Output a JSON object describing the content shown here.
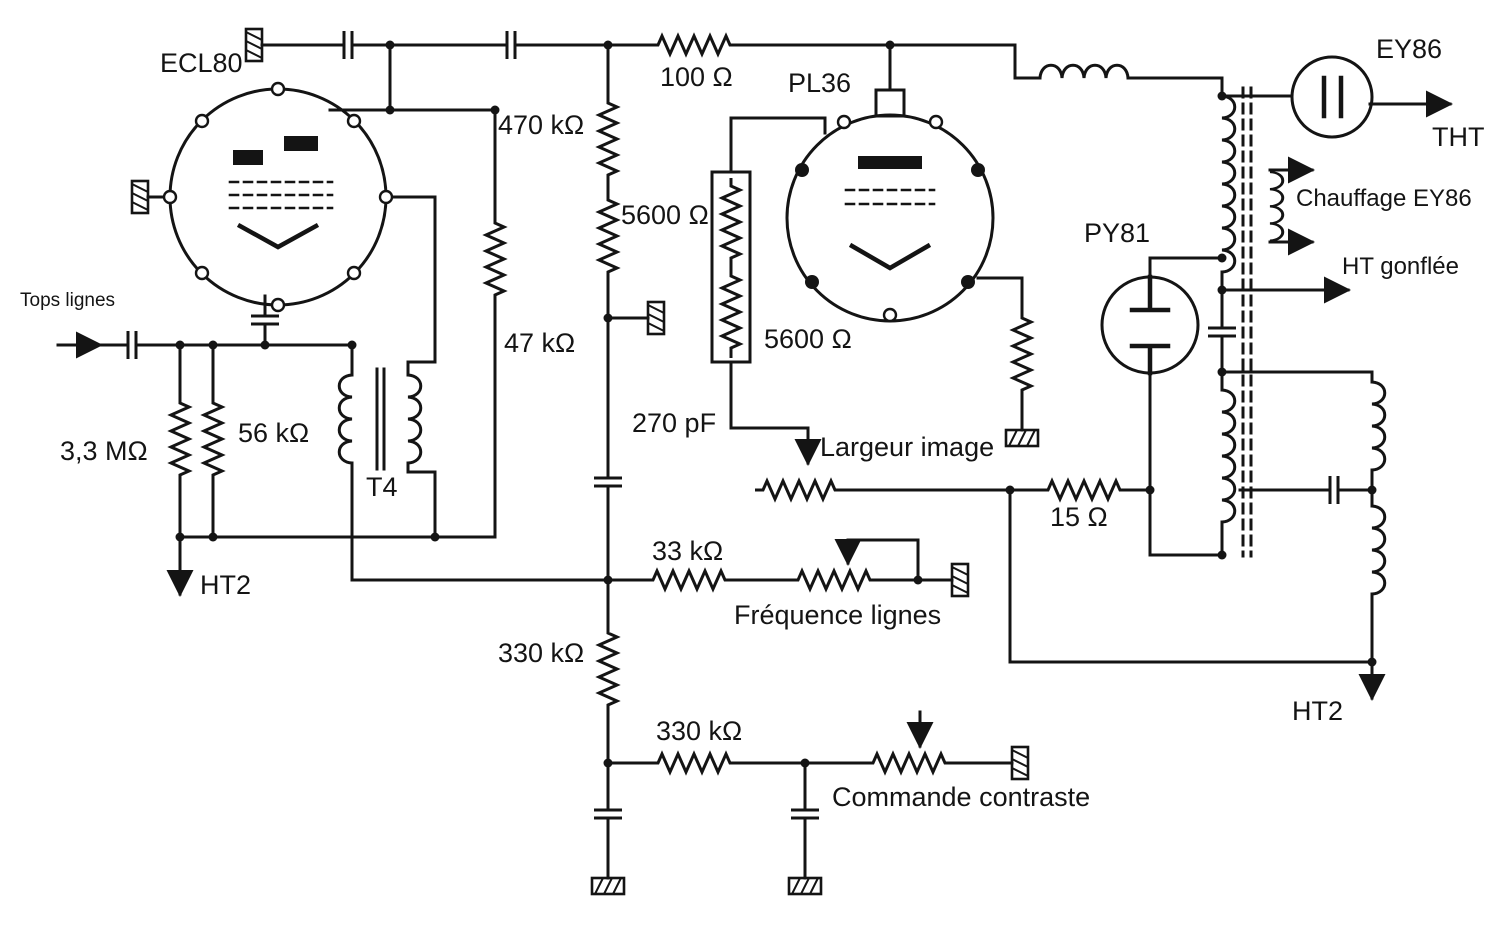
{
  "diagram": {
    "colors": {
      "ink": "#141414",
      "background": "#ffffff"
    },
    "labels": {
      "ecl80": "ECL80",
      "pl36": "PL36",
      "py81": "PY81",
      "ey86": "EY86",
      "tops_lignes": "Tops lignes",
      "r_3m3": "3,3 MΩ",
      "r_56k": "56 kΩ",
      "t4": "T4",
      "r_47k": "47 kΩ",
      "r_470k": "470 kΩ",
      "r_5600_gauche": "5600 Ω",
      "r_5600_droite": "5600 Ω",
      "r_100": "100 Ω",
      "c_270pf": "270 pF",
      "ht2_gauche": "HT2",
      "r_33k": "33 kΩ",
      "frequence_lignes": "Fréquence lignes",
      "r_330k_vertical": "330 kΩ",
      "r_330k_horizontal": "330 kΩ",
      "commande_contraste": "Commande contraste",
      "largeur_image": "Largeur image",
      "r_15": "15 Ω",
      "tht": "THT",
      "chauffage_ey86": "Chauffage EY86",
      "ht_gonflee": "HT gonflée",
      "ht2_droite": "HT2"
    }
  }
}
